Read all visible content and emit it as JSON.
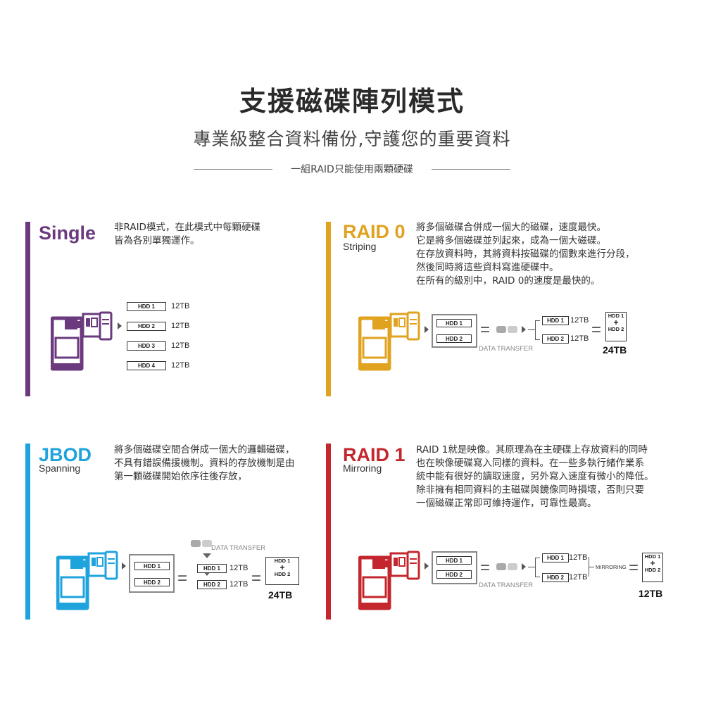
{
  "header": {
    "title": "支援磁碟陣列模式",
    "subtitle": "專業級整合資料備份,守護您的重要資料",
    "note": "一組RAID只能使用兩顆硬碟"
  },
  "labels": {
    "hdd1": "HDD 1",
    "hdd2": "HDD 2",
    "hdd3": "HDD 3",
    "hdd4": "HDD 4",
    "cap12": "12TB",
    "plus": "+",
    "equals": "=",
    "data_transfer": "DATA TRANSFER",
    "mirroring": "MIRRORING"
  },
  "colors": {
    "single": "#6b3a7e",
    "raid0": "#e0a21f",
    "jbod": "#1fa3dd",
    "raid1": "#c3272d"
  },
  "modes": {
    "single": {
      "name": "Single",
      "sub": "",
      "desc": "非RAID模式，在此模式中每顆硬碟\n皆為各別單獨運作。"
    },
    "raid0": {
      "name": "RAID 0",
      "sub": "Striping",
      "desc": "將多個磁碟合併成一個大的磁碟，速度最快。\n它是將多個磁碟並列起來，成為一個大磁碟。\n在存放資料時，其將資料按磁碟的個數來進行分段，\n然後同時將這些資料寫進硬碟中。\n在所有的級別中，RAID 0的速度是最快的。",
      "total": "24TB"
    },
    "jbod": {
      "name": "JBOD",
      "sub": "Spanning",
      "desc": "將多個磁碟空間合併成一個大的邏輯磁碟，\n不具有錯誤備援機制。資料的存放機制是由\n第一顆磁碟開始依序往後存放，",
      "total": "24TB"
    },
    "raid1": {
      "name": "RAID 1",
      "sub": "Mirroring",
      "desc": "RAID 1就是映像。其原理為在主硬碟上存放資料的同時\n也在映像硬碟寫入同樣的資料。在一些多執行緒作業系\n統中能有很好的讀取速度，另外寫入速度有微小的降低。\n除非擁有相同資料的主磁碟與鏡像同時損壞，否則只要\n一個磁碟正常即可維持運作，可靠性最高。",
      "total": "12TB"
    }
  }
}
